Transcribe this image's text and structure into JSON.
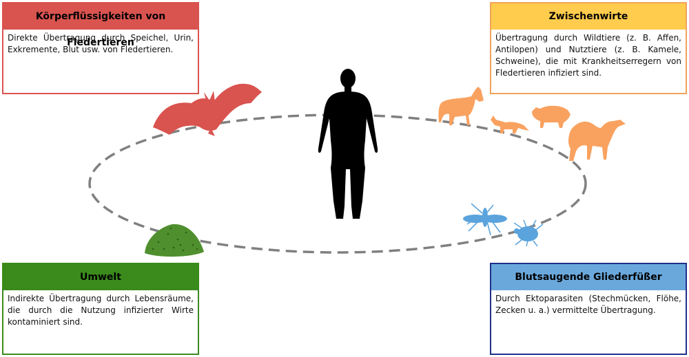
{
  "colors": {
    "body_fluids": "#d9534f",
    "intermediate_head": "#ffcc4d",
    "intermediate_border": "#f0a35a",
    "animals": "#f9a260",
    "environment": "#3a8a1c",
    "arthropods_head": "#6aa8dc",
    "arthropods_border": "#1f2f8a",
    "insects": "#5aa3dc",
    "human": "#000000",
    "cycle": "#808080"
  },
  "boxes": {
    "body_fluids": {
      "title": "Körperflüssigkeiten von Fledertieren",
      "text": "Direkte Übertragung durch Speichel, Urin, Exkremente, Blut usw. von Fledertieren."
    },
    "intermediate_hosts": {
      "title": "Zwischenwirte",
      "text": "Übertragung durch Wildtiere (z. B. Affen, Antilopen) und Nutztiere (z. B. Kamele, Schweine), die mit Krankheitserregern von Fledertieren infiziert sind."
    },
    "environment": {
      "title": "Umwelt",
      "text": "Indirekte Übertragung durch Lebensräume, die durch die Nutzung infizierter Wirte kontaminiert sind."
    },
    "arthropods": {
      "title": "Blutsaugende Gliederfüßer",
      "text": "Durch Ektoparasiten (Stechmücken, Flöhe, Zecken u. a.) vermittelte Übertragung."
    }
  },
  "icons": [
    "bat-icon",
    "human-icon",
    "horse-icon",
    "fox-icon",
    "pig-icon",
    "camel-icon",
    "mosquito-icon",
    "tick-icon",
    "soil-mound-icon"
  ]
}
